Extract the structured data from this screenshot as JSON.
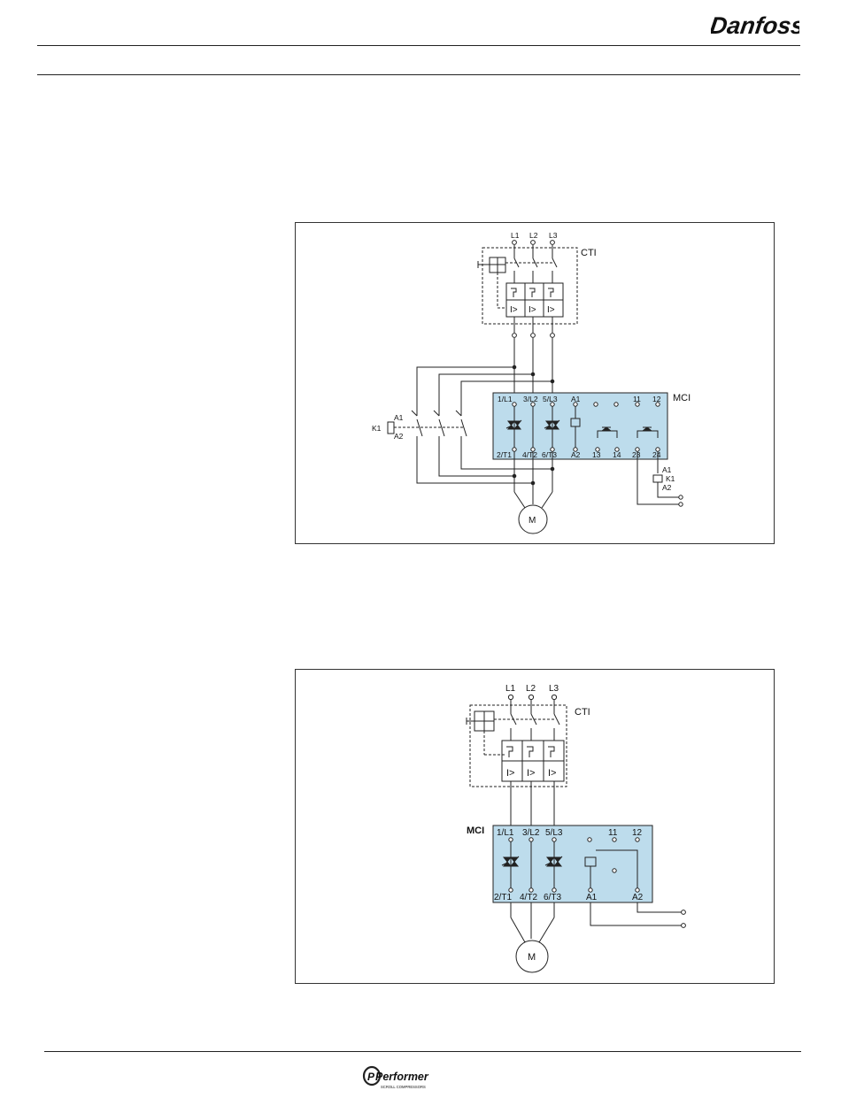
{
  "header": {
    "brand": "Danfoss"
  },
  "footer": {
    "brand": "Performer",
    "tagline": "SCROLL COMPRESSORS"
  },
  "diagram1": {
    "terminals_in": [
      "L1",
      "L2",
      "L3"
    ],
    "breaker_label": "CTI",
    "breaker_trip": "I>",
    "controller_label": "MCI",
    "top_terminals": [
      "1/L1",
      "3/L2",
      "5/L3",
      "A1",
      "11",
      "12"
    ],
    "bottom_terminals": [
      "2/T1",
      "4/T2",
      "6/T3",
      "A2",
      "13",
      "14",
      "23",
      "24"
    ],
    "contactor_name": "K1",
    "coil_a1": "A1",
    "coil_a2": "A2",
    "motor": "M"
  },
  "diagram2": {
    "terminals_in": [
      "L1",
      "L2",
      "L3"
    ],
    "breaker_label": "CTI",
    "breaker_trip": "I>",
    "controller_label": "MCI",
    "top_terminals": [
      "1/L1",
      "3/L2",
      "5/L3",
      "11",
      "12"
    ],
    "bottom_terminals": [
      "2/T1",
      "4/T2",
      "6/T3",
      "A1",
      "A2"
    ],
    "motor": "M"
  }
}
